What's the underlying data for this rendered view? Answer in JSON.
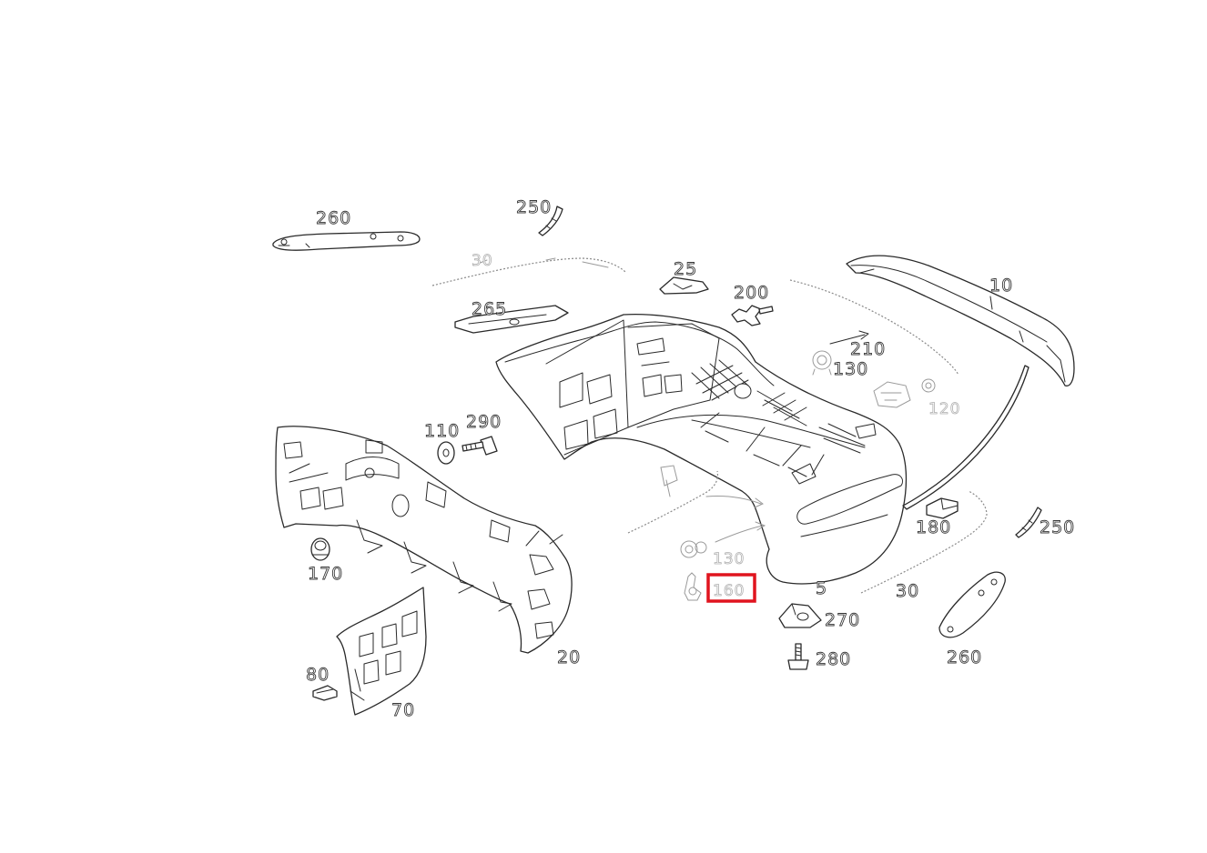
{
  "diagram": {
    "callouts": {
      "c5": "5",
      "c10": "10",
      "c20": "20",
      "c25": "25",
      "c30a": "30",
      "c30b": "30",
      "c70": "70",
      "c80": "80",
      "c110": "110",
      "c120": "120",
      "c130a": "130",
      "c130b": "130",
      "c160": "160",
      "c170": "170",
      "c180": "180",
      "c200": "200",
      "c210": "210",
      "c250a": "250",
      "c250b": "250",
      "c260a": "260",
      "c260b": "260",
      "c265": "265",
      "c270": "270",
      "c280": "280",
      "c290": "290"
    },
    "highlight": {
      "label": "160",
      "color": "#e0141e"
    }
  }
}
